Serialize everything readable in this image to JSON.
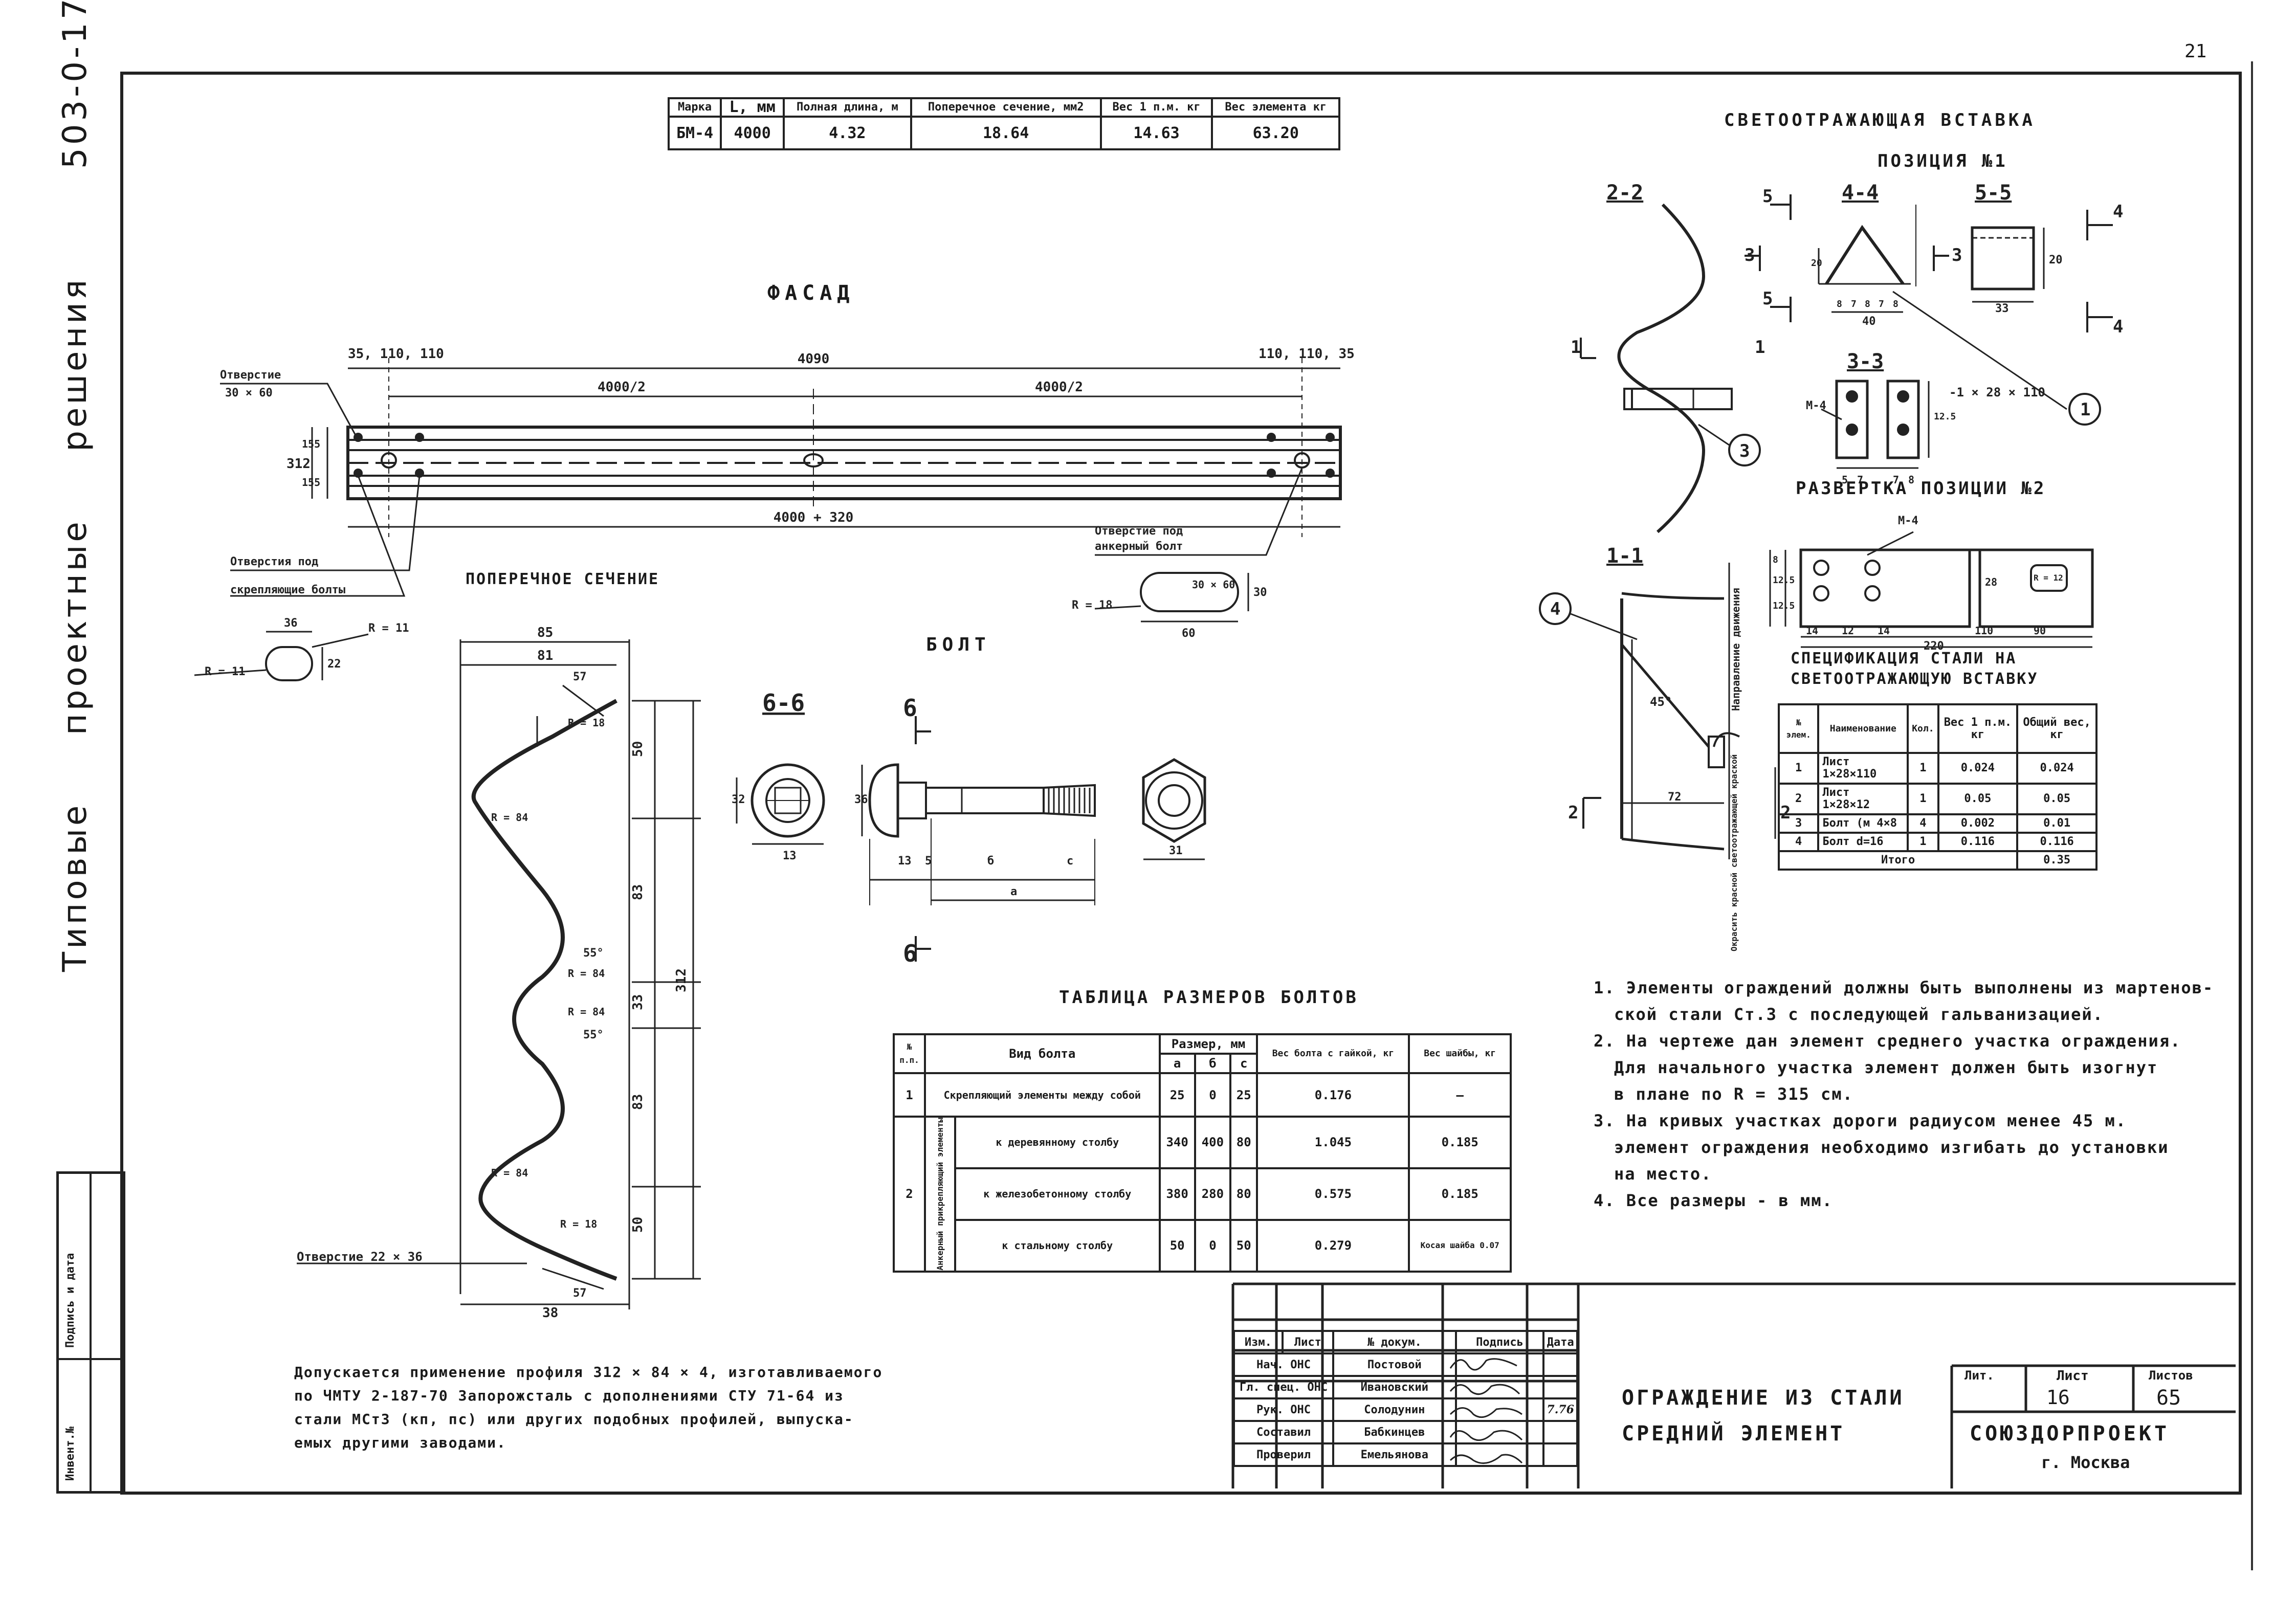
{
  "side_vertical": {
    "series": "Типовые",
    "project": "проектные",
    "solutions": "решения",
    "code": "503-0-17"
  },
  "side_box": {
    "invent": "Инвент.№",
    "signature": "Подпись и дата"
  },
  "spec_table": {
    "headers": [
      "Марка",
      "L, мм",
      "Полная длина, м",
      "Поперечное сечение, мм2",
      "Вес 1 п.м. кг",
      "Вес элемента кг"
    ],
    "row": [
      "БМ-4",
      "4000",
      "4.32",
      "18.64",
      "14.63",
      "63.20"
    ]
  },
  "facade": {
    "title": "ФАСАД",
    "dims": {
      "overall_top": "4090",
      "half_left": "4000/2",
      "half_right": "4000/2",
      "bottom": "4000 + 320",
      "left_edge": "35, 110, 110",
      "right_edge": "110, 110, 35",
      "height": "312",
      "h1": "155",
      "h2": "155"
    },
    "label_hole": "Отверстие",
    "hole_size": "30 × 60",
    "label_fix_holes_1": "Отверстия под",
    "label_fix_holes_2": "скрепляющие болты",
    "fix_hole_w": "36",
    "fix_hole_h": "22",
    "r_label": "R = 11",
    "label_anchor_1": "Отверстие под",
    "label_anchor_2": "анкерный болт",
    "anchor_r": "R = 18",
    "anchor_w": "60",
    "anchor_h": "30",
    "anchor_slot": "30 × 60"
  },
  "cross_section": {
    "title": "ПОПЕРЕЧНОЕ СЕЧЕНИЕ",
    "dims": [
      "85",
      "81",
      "57",
      "312",
      "50",
      "83",
      "33",
      "83",
      "50",
      "38",
      "57"
    ],
    "radii": [
      "R = 18",
      "R = 84",
      "R = 84",
      "R = 84",
      "R = 84",
      "R = 18"
    ],
    "angles": [
      "55°",
      "55°"
    ],
    "hole_label": "Отверстие 22 × 36"
  },
  "bolt": {
    "title": "БОЛТ",
    "section_label": "6-6",
    "cut_mark": "6",
    "dims": [
      "32",
      "13",
      "36",
      "13",
      "5",
      "б",
      "с",
      "а",
      "31"
    ]
  },
  "bolt_table": {
    "title": "ТАБЛИЦА РАЗМЕРОВ БОЛТОВ",
    "headers": [
      "№ п.п.",
      "Вид болта",
      "Размер, мм",
      "Вес болта с гайкой, кг",
      "Вес шайбы, кг"
    ],
    "sub_headers": [
      "а",
      "б",
      "с"
    ],
    "rows": [
      {
        "no": "1",
        "group": "",
        "type": "Скрепляющий элементы между собой",
        "a": "25",
        "b": "0",
        "c": "25",
        "w1": "0.176",
        "w2": "—"
      },
      {
        "no": "2",
        "group": "Анкерный прикрепляющий элементы",
        "type": "к деревянному столбу",
        "a": "340",
        "b": "400",
        "c": "80",
        "w1": "1.045",
        "w2": "0.185"
      },
      {
        "no": "",
        "group": "",
        "type": "к железобетонному столбу",
        "a": "380",
        "b": "280",
        "c": "80",
        "w1": "0.575",
        "w2": "0.185"
      },
      {
        "no": "",
        "group": "",
        "type": "к стальному столбу",
        "a": "50",
        "b": "0",
        "c": "50",
        "w1": "0.279",
        "w2": "Косая шайба 0.07"
      }
    ]
  },
  "reflective_insert": {
    "title": "СВЕТООТРАЖАЮЩАЯ ВСТАВКА",
    "position1": "ПОЗИЦИЯ №1",
    "section_labels": [
      "2-2",
      "4-4",
      "5-5",
      "3-3",
      "1-1"
    ],
    "marks": [
      "5",
      "5",
      "4",
      "4",
      "3",
      "3",
      "1",
      "1",
      "2",
      "2"
    ],
    "dims_44": [
      "8",
      "7",
      "8",
      "7",
      "8",
      "40",
      "20"
    ],
    "dims_55": [
      "33",
      "20"
    ],
    "dims_33": [
      "5",
      "7",
      "7",
      "8",
      "12.5"
    ],
    "m4": "М-4",
    "sheet_label": "-1 × 28 × 110",
    "callouts": [
      "1",
      "3",
      "4"
    ],
    "position2": "РАЗВЕРТКА ПОЗИЦИИ №2",
    "dev_dims": [
      "8",
      "12.5",
      "12.5",
      "14",
      "12",
      "14",
      "110",
      "90",
      "220",
      "28",
      "R = 12"
    ],
    "angle": "45°",
    "dim_72": "72",
    "label_traffic": "Направление движения",
    "label_paint": "Окрасить красной светоотражающей краской"
  },
  "refl_spec": {
    "title_1": "СПЕЦИФИКАЦИЯ СТАЛИ НА",
    "title_2": "СВЕТООТРАЖАЮЩУЮ ВСТАВКУ",
    "headers": [
      "№ элем.",
      "Наименование",
      "Кол.",
      "Вес 1 п.м. кг",
      "Общий вес, кг"
    ],
    "rows": [
      [
        "1",
        "Лист 1×28×110",
        "1",
        "0.024",
        "0.024"
      ],
      [
        "2",
        "Лист 1×28×12",
        "1",
        "0.05",
        "0.05"
      ],
      [
        "3",
        "Болт (м 4×8",
        "4",
        "0.002",
        "0.01"
      ],
      [
        "4",
        "Болт d=16",
        "1",
        "0.116",
        "0.116"
      ]
    ],
    "total_label": "Итого",
    "total_value": "0.35"
  },
  "notes": [
    "1. Элементы ограждений должны быть выполнены из мартенов-",
    "ской стали Ст.3 с последующей гальванизацией.",
    "2. На чертеже дан элемент среднего участка ограждения.",
    "Для начального участка элемент должен быть изогнут",
    "в плане по R = 315 см.",
    "3. На кривых участках дороги радиусом менее 45 м.",
    "элемент ограждения необходимо изгибать до установки",
    "на место.",
    "4. Все размеры - в мм."
  ],
  "profile_note": [
    "Допускается применение профиля 312 × 84 × 4, изготавливаемого",
    "по ЧМТУ 2-187-70 Запорожсталь с дополнениями СТУ 71-64 из",
    "стали МСт3 (кп, пс) или других подобных профилей, выпуска-",
    "емых другими заводами."
  ],
  "title_block": {
    "col_headers": [
      "Изм.",
      "Лист",
      "№ докум.",
      "Подпись",
      "Дата"
    ],
    "people": [
      {
        "role": "Нач. ОНС",
        "name": "Постовой",
        "sig": "",
        "date": ""
      },
      {
        "role": "Гл. спец. ОНС",
        "name": "Ивановский",
        "sig": "",
        "date": ""
      },
      {
        "role": "Рук. ОНС",
        "name": "Солодунин",
        "sig": "",
        "date": "7.76"
      },
      {
        "role": "Составил",
        "name": "Бабкинцев",
        "sig": "",
        "date": ""
      },
      {
        "role": "Проверил",
        "name": "Емельянова",
        "sig": "",
        "date": ""
      }
    ],
    "drawing_title_1": "ОГРАЖДЕНИЕ ИЗ СТАЛИ",
    "drawing_title_2": "СРЕДНИЙ ЭЛЕМЕНТ",
    "stage_label": "Лит.",
    "sheet_label": "Лист",
    "sheets_label": "Листов",
    "sheet_value": "16",
    "sheets_value": "65",
    "org": "СОЮЗДОРПРОЕКТ",
    "city": "г. Москва"
  },
  "corner_mark": "21"
}
